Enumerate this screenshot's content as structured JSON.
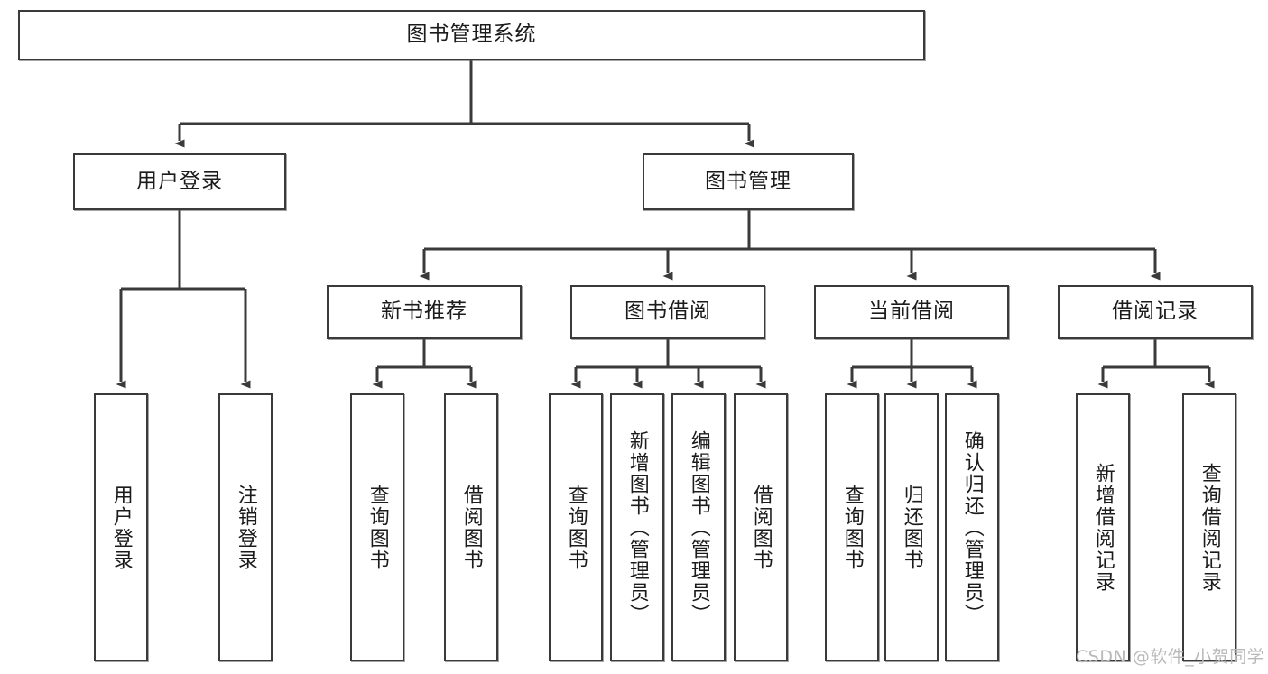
{
  "diagram": {
    "type": "tree-hierarchy-chart",
    "title": "图书管理系统",
    "line_color": "#3a3a3a",
    "box_fill": "#ffffff",
    "text_color": "#1b1b1b",
    "nodes": {
      "root": {
        "label": "图书管理系统"
      },
      "level2": [
        {
          "id": "user-login",
          "label": "用户登录"
        },
        {
          "id": "book-management",
          "label": "图书管理"
        }
      ],
      "level3": [
        {
          "id": "new-book-recommend",
          "label": "新书推荐"
        },
        {
          "id": "book-borrow",
          "label": "图书借阅"
        },
        {
          "id": "current-borrow",
          "label": "当前借阅"
        },
        {
          "id": "borrow-record",
          "label": "借阅记录"
        }
      ],
      "leaves": {
        "user_login": [
          {
            "id": "leaf-user-login",
            "label": "用户登录"
          },
          {
            "id": "leaf-logout-login",
            "label": "注销登录"
          }
        ],
        "new_book_recommend": [
          {
            "id": "leaf-query-book-1",
            "label": "查询图书"
          },
          {
            "id": "leaf-borrow-book-1",
            "label": "借阅图书"
          }
        ],
        "book_borrow": [
          {
            "id": "leaf-query-book-2",
            "label": "查询图书"
          },
          {
            "id": "leaf-add-book-admin",
            "label": "新增图书（管理员）"
          },
          {
            "id": "leaf-edit-book-admin",
            "label": "编辑图书（管理员）"
          },
          {
            "id": "leaf-borrow-book-2",
            "label": "借阅图书"
          }
        ],
        "current_borrow": [
          {
            "id": "leaf-query-book-3",
            "label": "查询图书"
          },
          {
            "id": "leaf-return-book",
            "label": "归还图书"
          },
          {
            "id": "leaf-confirm-return-admin",
            "label": "确认归还（管理员）"
          }
        ],
        "borrow_record": [
          {
            "id": "leaf-add-borrow-record",
            "label": "新增借阅记录"
          },
          {
            "id": "leaf-query-borrow-record",
            "label": "查询借阅记录"
          }
        ]
      }
    },
    "watermark": "CSDN @软件_小贺同学"
  }
}
